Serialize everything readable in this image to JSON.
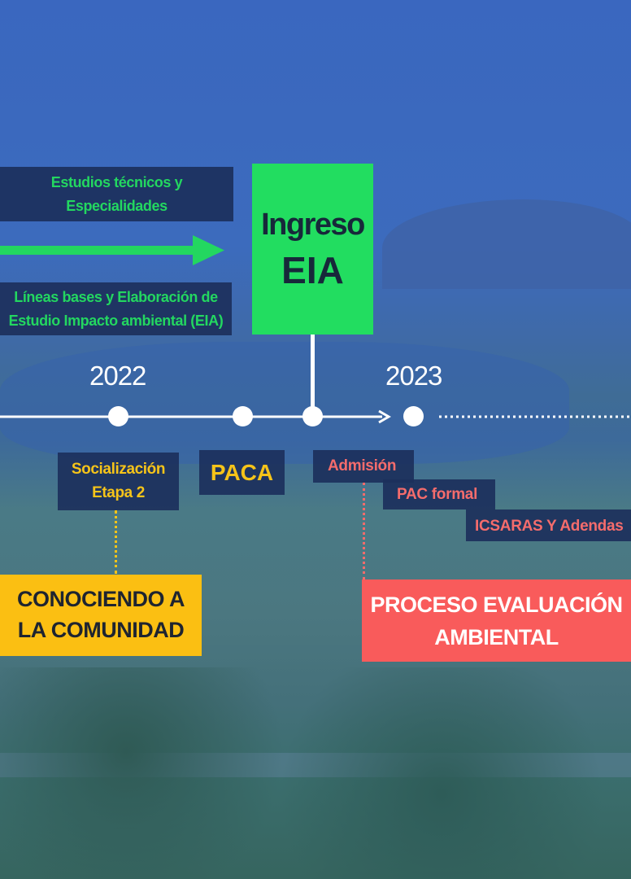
{
  "top_left": {
    "box1": [
      "Estudios técnicos y",
      "Especialidades"
    ],
    "box2": [
      "Líneas bases y Elaboración de",
      "Estudio Impacto ambiental (EIA)"
    ]
  },
  "milestone": {
    "line1": "Ingreso",
    "line2": "EIA"
  },
  "years": [
    "2022",
    "2023"
  ],
  "below": {
    "socializacion": [
      "Socialización",
      "Etapa 2"
    ],
    "paca": "PACA",
    "admision": "Admisión",
    "pac_formal": "PAC formal",
    "icsaras": "ICSARAS Y Adendas"
  },
  "phases": {
    "comunidad": [
      "CONOCIENDO A",
      "LA COMUNIDAD"
    ],
    "evaluacion": [
      "PROCESO EVALUACIÓN",
      "AMBIENTAL"
    ]
  },
  "colors": {
    "green": "#22dd60",
    "yellow": "#fbbf12",
    "salmon": "#f95b5b",
    "navy": "#1c305c"
  }
}
